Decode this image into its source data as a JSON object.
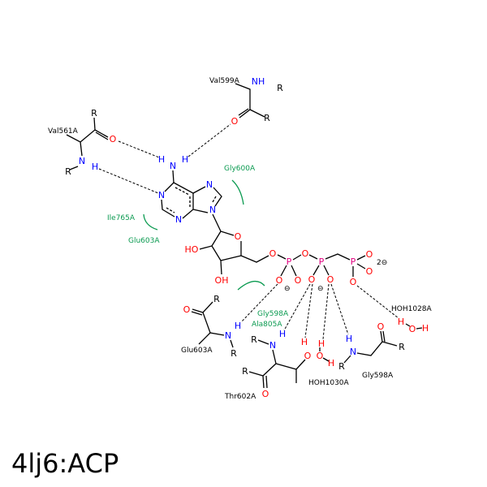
{
  "title": "4lj6:ACP",
  "colors": {
    "carbon": "#000000",
    "oxygen": "#ff0000",
    "nitrogen": "#0000ff",
    "phosphorus": "#e0007f",
    "hydrophobic": "#0a9a50"
  },
  "residues": {
    "val599a": "Val599A",
    "val561a": "Val561A",
    "glu603a_hb": "Glu603A",
    "thr602a": "Thr602A",
    "hoh1030a": "HOH1030A",
    "gly598a_hb": "Gly598A",
    "hoh1028a": "HOH1028A"
  },
  "hydrophobic_residues": {
    "gly600a": "Gly600A",
    "ile765a": "Ile765A",
    "glu603a": "Glu603A",
    "gly598a": "Gly598A",
    "ala805a": "Ala805A"
  },
  "charges": {
    "p3": "2⊖",
    "p1": "⊖",
    "p2": "⊖"
  },
  "atoms": [
    {
      "t": "NH",
      "c": "N"
    },
    {
      "t": "R",
      "c": "C"
    },
    {
      "t": "O",
      "c": "O"
    },
    {
      "t": "R",
      "c": "C"
    },
    {
      "t": "R",
      "c": "C"
    },
    {
      "t": "O",
      "c": "O"
    },
    {
      "t": "N",
      "c": "N"
    },
    {
      "t": "H",
      "c": "N"
    },
    {
      "t": "R",
      "c": "C"
    },
    {
      "t": "N",
      "c": "N"
    },
    {
      "t": "H",
      "c": "N"
    },
    {
      "t": "H",
      "c": "N"
    },
    {
      "t": "N",
      "c": "N"
    },
    {
      "t": "N",
      "c": "N"
    },
    {
      "t": "N",
      "c": "N"
    },
    {
      "t": "N",
      "c": "N"
    },
    {
      "t": "O",
      "c": "O"
    },
    {
      "t": "HO",
      "c": "O"
    },
    {
      "t": "OH",
      "c": "O"
    },
    {
      "t": "O",
      "c": "O"
    },
    {
      "t": "P",
      "c": "P"
    },
    {
      "t": "O",
      "c": "O"
    },
    {
      "t": "P",
      "c": "P"
    },
    {
      "t": "P",
      "c": "P"
    },
    {
      "t": "O",
      "c": "O"
    },
    {
      "t": "O",
      "c": "O"
    },
    {
      "t": "O",
      "c": "O"
    },
    {
      "t": "O",
      "c": "O"
    },
    {
      "t": "O",
      "c": "O"
    },
    {
      "t": "O",
      "c": "O"
    },
    {
      "t": "O",
      "c": "O"
    },
    {
      "t": "O",
      "c": "O"
    },
    {
      "t": "R",
      "c": "C"
    },
    {
      "t": "N",
      "c": "N"
    },
    {
      "t": "H",
      "c": "N"
    },
    {
      "t": "R",
      "c": "C"
    },
    {
      "t": "N",
      "c": "N"
    },
    {
      "t": "H",
      "c": "N"
    },
    {
      "t": "R",
      "c": "C"
    },
    {
      "t": "R",
      "c": "C"
    },
    {
      "t": "O",
      "c": "O"
    },
    {
      "t": "O",
      "c": "O"
    },
    {
      "t": "H",
      "c": "O"
    },
    {
      "t": "H",
      "c": "O"
    },
    {
      "t": "O",
      "c": "O"
    },
    {
      "t": "H",
      "c": "O"
    },
    {
      "t": "N",
      "c": "N"
    },
    {
      "t": "H",
      "c": "N"
    },
    {
      "t": "R",
      "c": "C"
    },
    {
      "t": "O",
      "c": "O"
    },
    {
      "t": "R",
      "c": "C"
    },
    {
      "t": "H",
      "c": "O"
    },
    {
      "t": "O",
      "c": "O"
    },
    {
      "t": "H",
      "c": "O"
    }
  ]
}
